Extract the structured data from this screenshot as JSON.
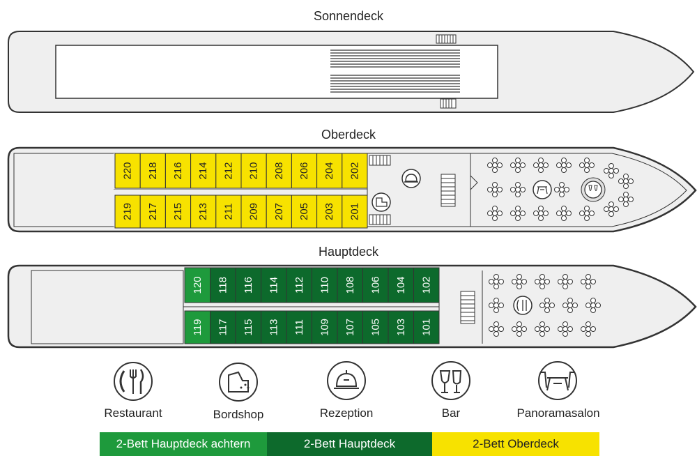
{
  "decks": {
    "sonnendeck": "Sonnendeck",
    "oberdeck": "Oberdeck",
    "hauptdeck": "Hauptdeck"
  },
  "oberdeck_cabins": {
    "top": [
      "220",
      "218",
      "216",
      "214",
      "212",
      "210",
      "208",
      "206",
      "204",
      "202"
    ],
    "bottom": [
      "219",
      "217",
      "215",
      "213",
      "211",
      "209",
      "207",
      "205",
      "203",
      "201"
    ]
  },
  "hauptdeck_cabins": {
    "top": [
      "120",
      "118",
      "116",
      "114",
      "112",
      "110",
      "108",
      "106",
      "104",
      "102"
    ],
    "bottom": [
      "119",
      "117",
      "115",
      "113",
      "111",
      "109",
      "107",
      "105",
      "103",
      "101"
    ],
    "achtern": [
      "120",
      "119"
    ]
  },
  "icons": [
    {
      "name": "restaurant-icon",
      "label": "Restaurant"
    },
    {
      "name": "bordshop-icon",
      "label": "Bordshop"
    },
    {
      "name": "rezeption-icon",
      "label": "Rezeption"
    },
    {
      "name": "bar-icon",
      "label": "Bar"
    },
    {
      "name": "panoramasalon-icon",
      "label": "Panoramasalon"
    }
  ],
  "legend": [
    {
      "label": "2-Bett Hauptdeck achtern",
      "color": "#1e9a3c",
      "text_color": "#ffffff"
    },
    {
      "label": "2-Bett Hauptdeck",
      "color": "#0d6a2c",
      "text_color": "#ffffff"
    },
    {
      "label": "2-Bett Oberdeck",
      "color": "#f7e200",
      "text_color": "#222222"
    }
  ],
  "colors": {
    "hull": "#efefef",
    "outline": "#333333",
    "oberdeck_cabin": "#f7e200",
    "hauptdeck_cabin": "#0d6a2c",
    "achtern_cabin": "#1e9a3c"
  }
}
